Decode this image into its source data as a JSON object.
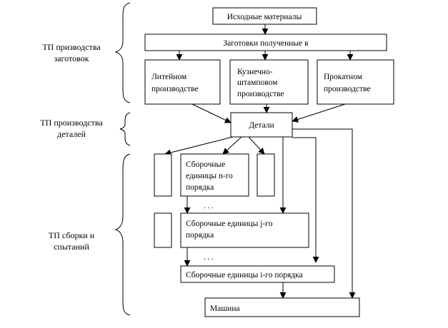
{
  "side_labels": {
    "blanks": [
      "ТП призводства",
      "заготовок"
    ],
    "parts": [
      "ТП производства",
      "деталей"
    ],
    "assembly": [
      "ТП сборки и",
      "спытаний"
    ]
  },
  "nodes": {
    "source_materials": "Исходные материалы",
    "blanks_obtained": "Заготовки полученные в",
    "casting": [
      "Литейном",
      "производстве"
    ],
    "forging": [
      "Кузнечно-",
      "штамповом",
      "производстве"
    ],
    "rolling": [
      "Прокатном",
      "производстве"
    ],
    "parts": "Детали",
    "units_n": [
      "Сборочные",
      "единицы n-го",
      "порядка"
    ],
    "units_j": [
      "Сборочные единицы j-го",
      "порядка"
    ],
    "units_i": "Сборочные единицы i-го порядка",
    "machine": "Машина"
  },
  "ellipsis": [
    ". . .",
    ". . ."
  ]
}
